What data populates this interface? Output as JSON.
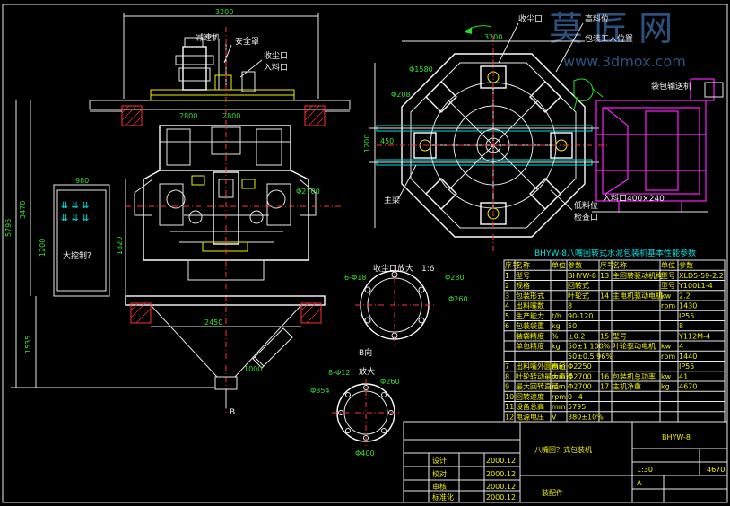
{
  "drawing": {
    "watermark_cn": "莫 匠 网",
    "watermark_url": "www.3dmox.com",
    "labels": {
      "motor": "减速机",
      "safety_cover": "安全罩",
      "dust_intake_top": "收尘口",
      "material_inlet": "入料口",
      "main_control": "大控制？",
      "dust_intake": "收尘口",
      "packing_pos_high": "高料位",
      "packing_pos_low": "包装工人位置",
      "conveyor": "袋包输送机",
      "main_beam": "主梁",
      "low_level": "低料位",
      "check_port": "检查口",
      "inlet_size": "入料口400×240",
      "enlarge_a": "收尘口放大",
      "scale_a": "1:6",
      "section_b": "B向",
      "enlarge_b": "放大",
      "b_marker": "B"
    },
    "dimensions": {
      "d1": "3200",
      "d2": "2800",
      "d3": "2800",
      "d4": "980",
      "d5": "5795",
      "d6": "3470",
      "d7": "2450",
      "d8": "1200",
      "d9": "1535",
      "d10": "1820",
      "d11": "Φ2700",
      "d12": "Φ280",
      "d13": "Φ260",
      "d14": "Φ354",
      "d15": "Φ400",
      "d16": "6-Φ18",
      "d17": "8-Φ12",
      "d18": "Φ1580",
      "d19": "3200",
      "d20": "Φ208",
      "d21": "1000",
      "d22": "450",
      "d23": "1200"
    },
    "param_table": {
      "title": "BHYW-8八嘴回转式水泥包装机基本性能参数",
      "headers": [
        "序号",
        "名称",
        "单位",
        "参数",
        "序号",
        "名称",
        "单位",
        "参数"
      ],
      "rows": [
        [
          "1",
          "型号",
          "",
          "BHYW-8",
          "13",
          "主回转驱动机构",
          "型号",
          "XLD5-59-2.2"
        ],
        [
          "2",
          "规格",
          "",
          "回转式",
          "",
          "",
          "型号",
          "Y100L1-4"
        ],
        [
          "3",
          "包装形式",
          "",
          "叶轮式",
          "14",
          "主电机驱动电机",
          "kw",
          "2.2"
        ],
        [
          "4",
          "出料嘴数",
          "",
          "8",
          "",
          "",
          "rpm",
          "1430"
        ],
        [
          "5",
          "生产能力",
          "t/h",
          "90-120",
          "",
          "",
          "",
          "IP55"
        ],
        [
          "6",
          "包装袋重",
          "kg",
          "50",
          "",
          "",
          "",
          "8"
        ],
        [
          "",
          "装袋精度",
          "%",
          "±0.2",
          "15",
          "型号",
          "",
          "Y112M-4"
        ],
        [
          "",
          "单包精度",
          "kg",
          "50±1 100%",
          "",
          "叶轮驱动电机",
          "kw",
          "4"
        ],
        [
          "",
          "",
          "",
          "50±0.5 96%",
          "",
          "",
          "rpm",
          "1440"
        ],
        [
          "7",
          "出料嘴外圆直径",
          "mm",
          "Φ2250",
          "",
          "",
          "",
          "IP55"
        ],
        [
          "8",
          "叶轮转动最大直径",
          "mm",
          "Φ2700",
          "16",
          "包装机总功率",
          "kw",
          "41"
        ],
        [
          "9",
          "最大回转直径",
          "mm",
          "Φ2700",
          "17",
          "主机净重",
          "kg",
          "4670"
        ],
        [
          "10",
          "回转速度",
          "rpm",
          "0~4",
          "",
          "",
          "",
          ""
        ],
        [
          "11",
          "设备总高",
          "mm",
          "5795",
          "",
          "",
          "",
          ""
        ],
        [
          "12",
          "电源电压",
          "V",
          "380±10%",
          "",
          "",
          "",
          ""
        ]
      ]
    },
    "title_block": {
      "product_name": "八嘴回？式包装机",
      "drawing_no": "BHYW-8",
      "sheet_type": "装配件",
      "weight": "4670",
      "scale": "1:30",
      "revision": "A",
      "roles": [
        "设计",
        "校对",
        "审核",
        "标准化"
      ],
      "dates": [
        "2000.12",
        "2000.12",
        "2000.12",
        "2000.12"
      ]
    }
  }
}
